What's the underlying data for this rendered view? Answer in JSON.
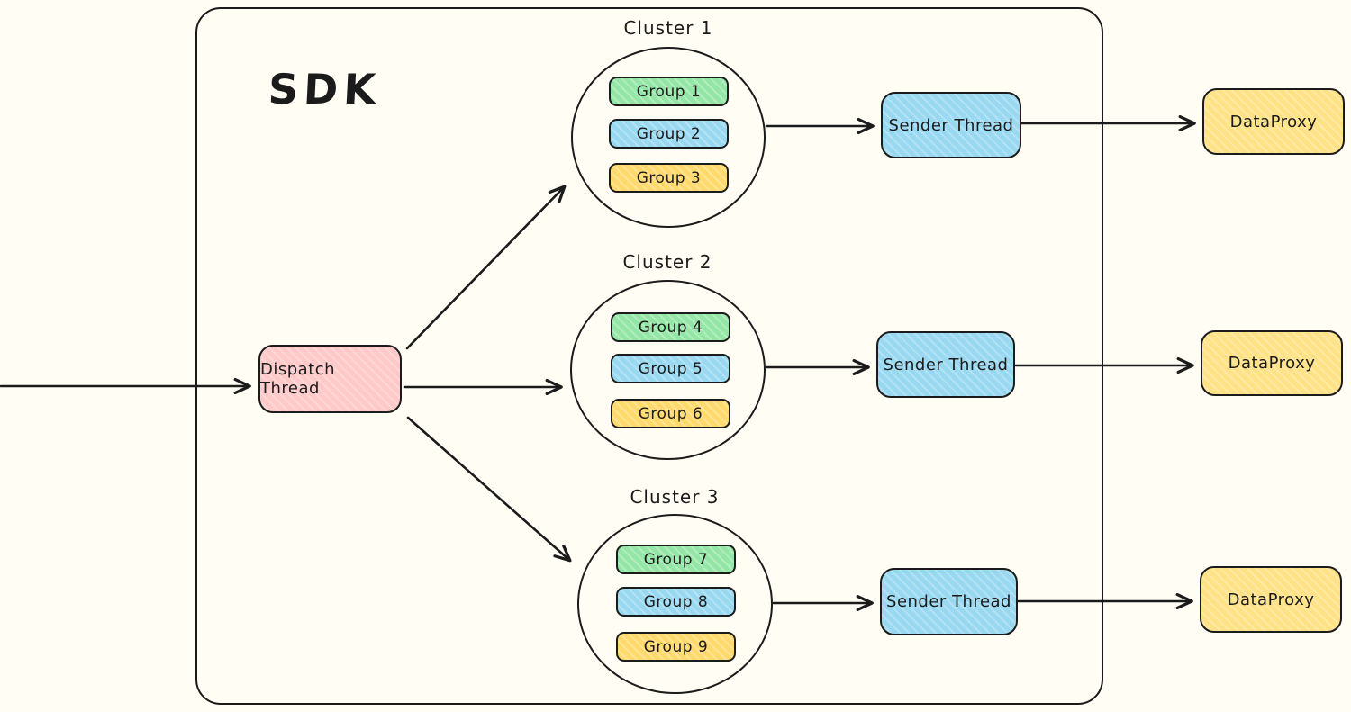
{
  "diagram": {
    "container_label": "SDK",
    "dispatch_thread": {
      "label": "Dispatch Thread",
      "color": "pink"
    },
    "clusters": [
      {
        "label": "Cluster 1",
        "groups": [
          {
            "label": "Group 1",
            "color": "green"
          },
          {
            "label": "Group 2",
            "color": "blue"
          },
          {
            "label": "Group 3",
            "color": "yellow"
          }
        ]
      },
      {
        "label": "Cluster 2",
        "groups": [
          {
            "label": "Group 4",
            "color": "green"
          },
          {
            "label": "Group 5",
            "color": "blue"
          },
          {
            "label": "Group 6",
            "color": "yellow"
          }
        ]
      },
      {
        "label": "Cluster 3",
        "groups": [
          {
            "label": "Group 7",
            "color": "green"
          },
          {
            "label": "Group 8",
            "color": "blue"
          },
          {
            "label": "Group 9",
            "color": "yellow"
          }
        ]
      }
    ],
    "sender_threads": [
      {
        "label": "Sender Thread",
        "color": "blue"
      },
      {
        "label": "Sender Thread",
        "color": "blue"
      },
      {
        "label": "Sender Thread",
        "color": "blue"
      }
    ],
    "data_proxies": [
      {
        "label": "DataProxy",
        "color": "yellow"
      },
      {
        "label": "DataProxy",
        "color": "yellow"
      },
      {
        "label": "DataProxy",
        "color": "yellow"
      }
    ],
    "edges": [
      {
        "from": "input",
        "to": "dispatch-thread"
      },
      {
        "from": "dispatch-thread",
        "to": "cluster-1"
      },
      {
        "from": "dispatch-thread",
        "to": "cluster-2"
      },
      {
        "from": "dispatch-thread",
        "to": "cluster-3"
      },
      {
        "from": "cluster-1",
        "to": "sender-thread-1"
      },
      {
        "from": "cluster-2",
        "to": "sender-thread-2"
      },
      {
        "from": "cluster-3",
        "to": "sender-thread-3"
      },
      {
        "from": "sender-thread-1",
        "to": "data-proxy-1"
      },
      {
        "from": "sender-thread-2",
        "to": "data-proxy-2"
      },
      {
        "from": "sender-thread-3",
        "to": "data-proxy-3"
      }
    ],
    "colors": {
      "stroke": "#1b1b1b",
      "background": "#fffdf4",
      "pink": "#ffc9c9",
      "green": "#93e6a5",
      "blue": "#98d8f0",
      "yellow": "#ffd96b",
      "proxy_yellow": "#ffe285"
    }
  }
}
